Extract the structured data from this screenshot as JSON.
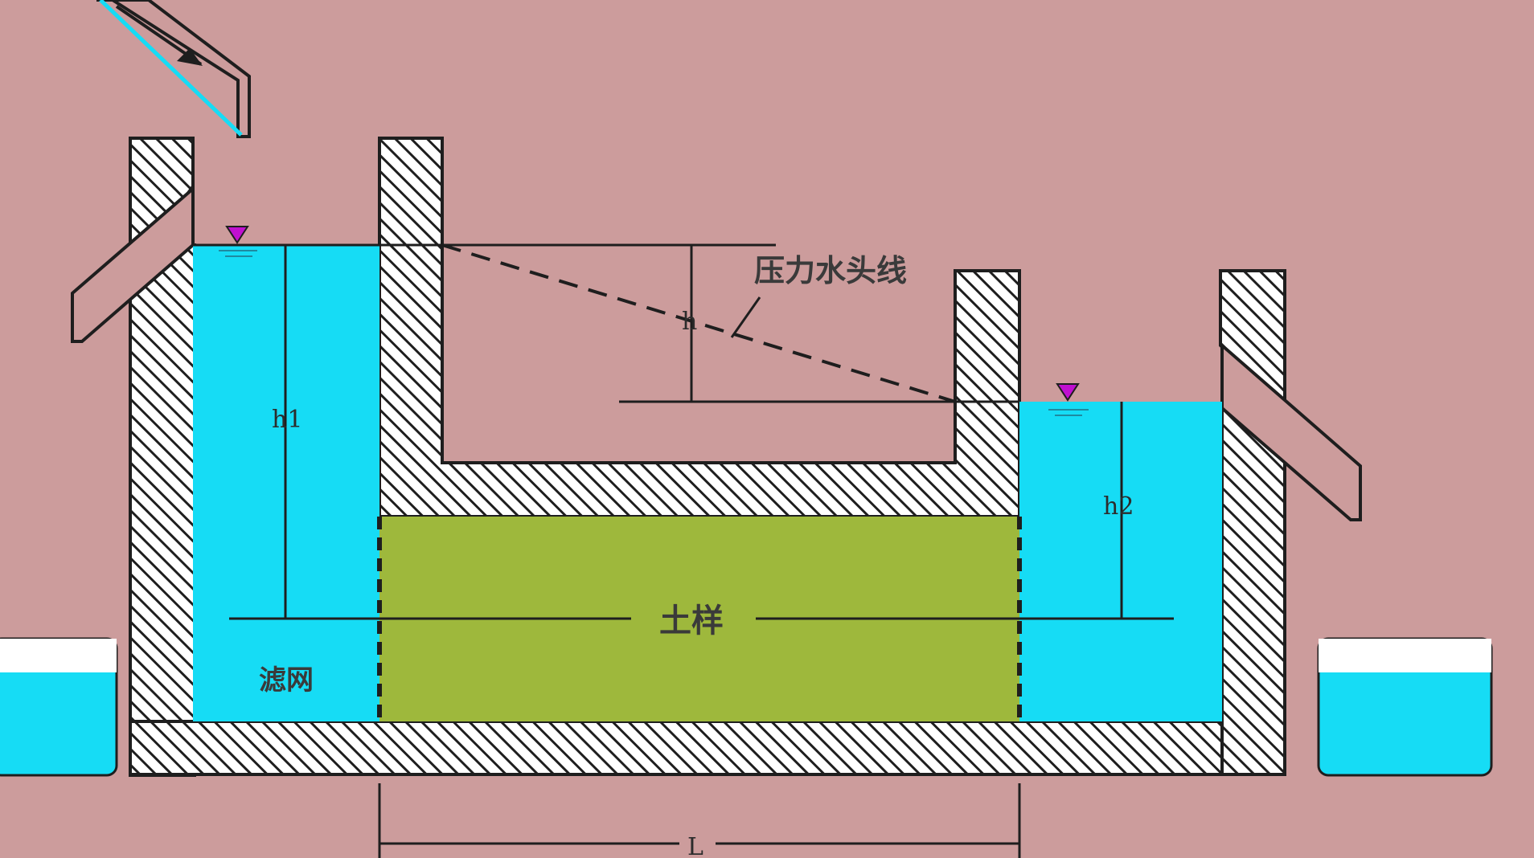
{
  "labels": {
    "pressure_head_line": "压力水头线",
    "h": "h",
    "h1": "h1",
    "h2": "h2",
    "soil_sample": "土样",
    "filter_screen": "滤网",
    "length": "L"
  },
  "colors": {
    "background": "#cc9c9c",
    "water": "#16dcf5",
    "soil": "#9eb83c",
    "wall": "#ffffff",
    "line": "#1e1e1e",
    "water_surface_marker": "#c010d0"
  }
}
